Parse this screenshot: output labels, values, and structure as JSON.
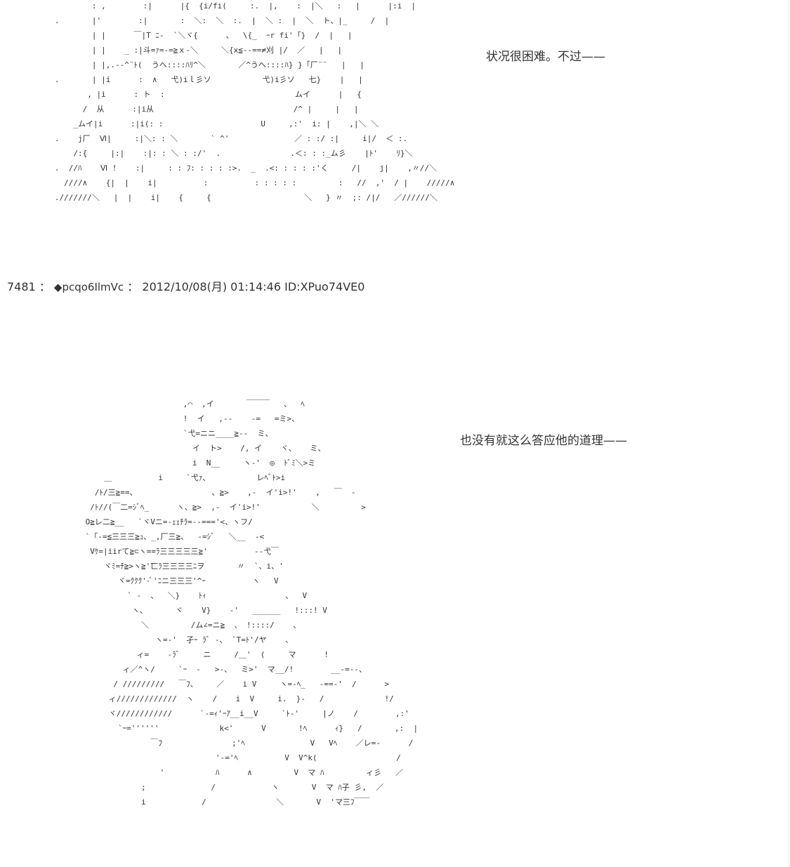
{
  "posts": [
    {
      "caption": "状况很困难。不过——"
    },
    {
      "header": {
        "number": "7481",
        "separator": "：",
        "trip": "◆pcqo6IlmVc",
        "separator2": "：",
        "datetime": "2012/10/08(月) 01:14:46",
        "id": "ID:XPuo74VE0"
      },
      "caption": "也没有就这么答应他的道理——"
    }
  ],
  "art": {
    "first": "           : ,        :|      |{  {i/fi(     :.  |,    :  |＼   :   |      |:i  |\n   .       |'        :|       :  ＼:  ＼  :.  |  ＼ :  |  ＼  ト、|_     /  |\n           | |      ￣|T ﾆ-  `＼ヾ{      、  \\{_  ｰr fi'「}  /  |   |\n           | |    _ :|斗=ｧ=-=≧ｘ-＼     ＼{x≦-‐==≠刈 |/  ／   |   |\n           | |,.-‐^¨ﾄ(  うへ::::ﾊﾘ^＼       ／^うへ::::ﾊ} }「厂¨¨   |   |\n   .       | |i      :  ∧   弋)iｌ彡ソ           弋)i彡ソ   七}    |   |\n          , |i      : ト  :                            ムイ      |   {\n         /  从      :|i从                              /^ |     |   |\n       _ムイ|i      :|i(: :                     U     ,:'  i: |    ,|＼ ＼\n   .    j厂  Ⅵ|     :|＼: : ＼       ` ^'              ／ : :/ :|     i|/  ＜ :.\n       /:{     |:|    :|: : ＼ : :/'  .               .＜: : :_ム彡    |ﾄ'    ﾘ}＼\n   .  //ﾊ    Ⅵ !    :|     : : ﾌ: : : : :>.  _  .<: : : : :'く     /|    j|    ,〃//＼\n     ////∧    {|  |    i|          :          : : : : :         :   //  ,'  / |    /////∧\n   .///////＼   |  |    i|    {     {                    ＼   } 〃  ;: /|/   ／//////＼",
    "second": "                      ,⌒  ,イ       ￣￣￣   、  ﾍ\n                      !  イ   ,-‐    ‐=   =ミ>、\n                      `弋=ニニ____≧-‐  ミ、\n                        イ  ト>    /, イ    ヾ、   ミ、\n                        i  N__     ヽ-'  ◎  ﾄﾞﾐ＼>ミ\n     ＿          i     `弋ｧ、          レﾍﾞﾄ>i\n   /ﾄ/三≧==、                、≧>    ,-  イ'i>!'    ,   ￣  -\n  /ﾄ//(￣二=ｼﾞﾍ_      ヽ、≧>  ,-  イ'i>!'           ＼         >\n O≧レ二≧__   `ヾVニ=‐ｪｪﾁﾗ=--==='<、ヽフ/\n `「‐=≦三三三≧ｭ、_,厂三≧、  ‐=ｼﾞ   ＼__  -<\n  Vｹ=|iirて≧⊂ヽ==ﾗ三三三三三≧'          ‐-弋￣\n     ヾﾐ=ﾁ≧>ヽ≧'匸ﾗ三三三三ﾆヲ       〃  `、i、'\n        ヾ=ｸｸｸ'-ﾞ'ﾆニ三三三'^ｰ          ヽ   V\n          ` ‐  、  ＼}    ﾄｨ                 、  V\n           ヽ、      ヾ    V}    ‐'   ______   !:::! V\n             ＼         /ム∠=ニ≧  、 !::::/    、\n                ヽ=‐'  孑ｰ ﾗﾞ ‐、 `T=ﾄ'/ヤ    、\n            ィ=    ‐ﾗﾞ     ニ     /＿'  (     マ      !\n         ィ／^ヽ/     `ｰ  ‐   >‐、  ミ>'  マ__/!        __-=‐-、\n       / /////////   ￣ﾌ、    ／    i V     ヽ=-ﾍ_   -==‐'  /      >\n      ィ/////////////  ヽ    /    i  V     i.  }‐   /             !/\n      ヾ////////////      `‐=ｨ'ｰｱ__i__V     `ﾄ-'     |ノ    /        ,:'\n        `ｰ=''''''             k<'      V       !ﾍ      ｨ}   /       ,:  |\n               ￣ﾌ               ;'ﾍ              V   Vﾍ    ／レ=‐      /\n                             '‐='ﾍ          V  V^k(                 /\n                 '           ﾊ      ∧         V  マ ﾊ         ィ彡   ／\n             ;              /            ヽ       V  マ ﾊ子 彡,  ／\n             i            /               ＼       V  'マ三ﾌ￣￣"
  }
}
